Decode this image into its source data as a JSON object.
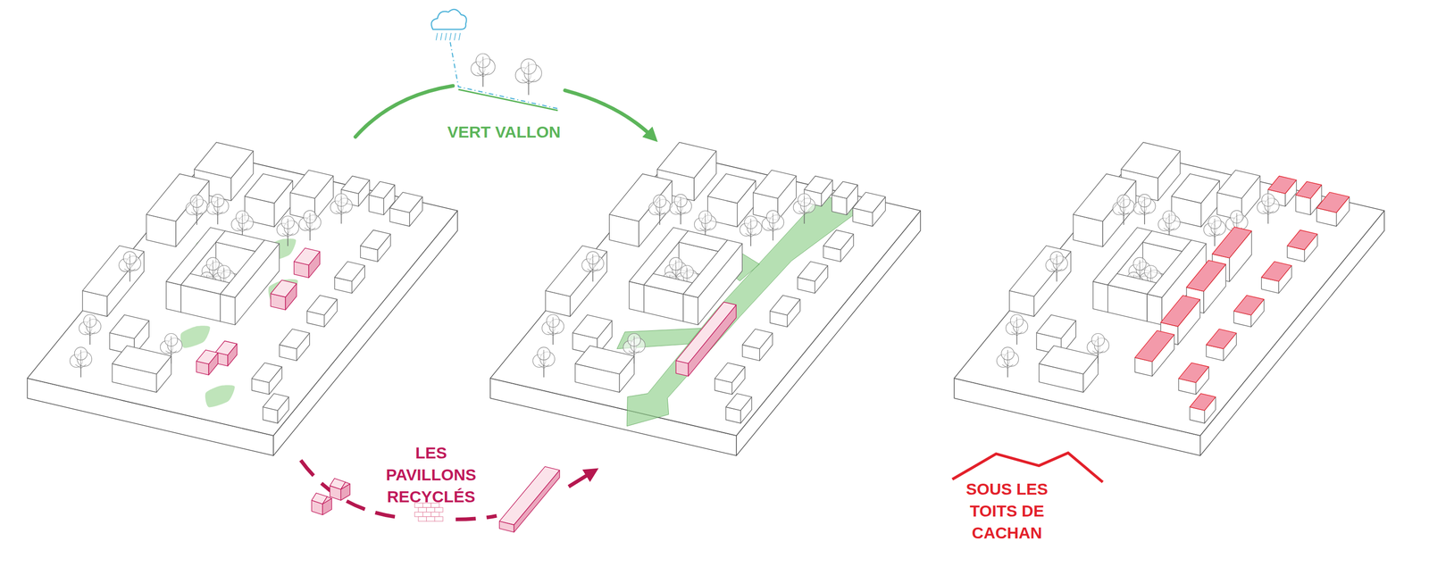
{
  "diagram": {
    "labels": [
      "VERT VALLON",
      "LES PAVILLONS RECYCLÉS",
      "SOUS LES TOITS DE CACHAN"
    ]
  }
}
